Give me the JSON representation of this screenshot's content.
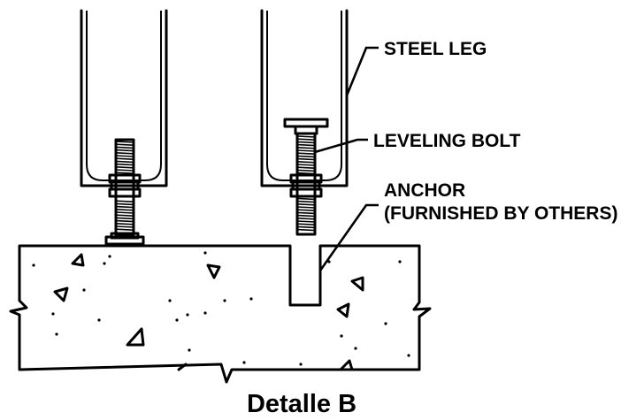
{
  "labels": {
    "steel_leg": "STEEL LEG",
    "leveling_bolt": "LEVELING BOLT",
    "anchor_line1": "ANCHOR",
    "anchor_line2": "(FURNISHED BY OTHERS)"
  },
  "caption": "Detalle B",
  "colors": {
    "ink": "#000000",
    "background": "#ffffff"
  }
}
